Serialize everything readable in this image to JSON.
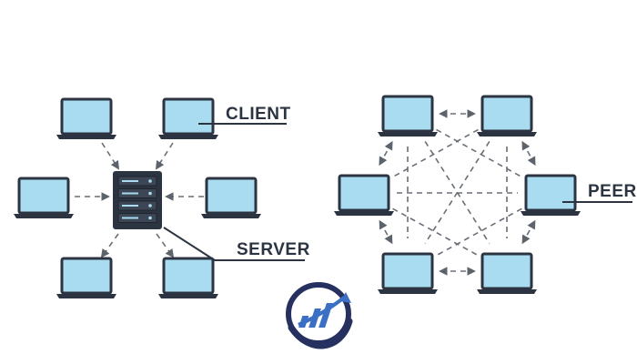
{
  "labels": {
    "client": "CLIENT",
    "server": "SERVER",
    "peer": "PEER"
  },
  "colors": {
    "screen": "#a9dcf0",
    "screen_stroke": "#2b3440",
    "device_body": "#2b3440",
    "connector": "#6a6f77",
    "logo_navy": "#26315f",
    "logo_blue": "#3b6fc4"
  },
  "icons": {
    "client": "laptop-icon",
    "server": "server-rack-icon",
    "peer": "laptop-icon",
    "logo": "growth-chart-logo"
  }
}
